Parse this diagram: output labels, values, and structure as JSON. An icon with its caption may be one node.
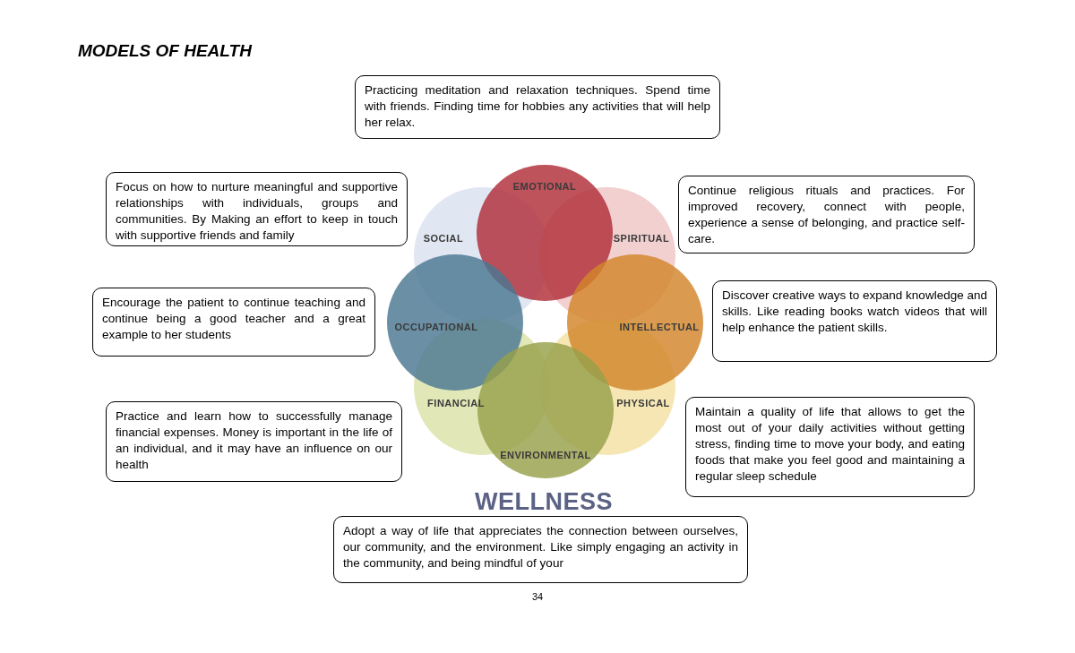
{
  "diagram": {
    "title": "MODELS OF HEALTH",
    "nodes": [
      {
        "text": [
          "Practicing meditation and relaxation techniques. Spend time with friends. Finding time for hobbies any activities that will help her relax."
        ]
      },
      {
        "text": [
          "Focus on how to nurture meaningful and supportive relationships with individuals, groups and communities. By Making an effort to keep in touch with supportive friends and family"
        ]
      },
      {
        "text": [
          "Continue religious rituals and practices. For improved recovery, connect with people, experience a sense of belonging, and practice self-care."
        ]
      },
      {
        "text": [
          "Encourage the patient to continue teaching and continue being a good teacher and a great example to her students"
        ]
      },
      {
        "text": [
          "Discover creative ways to expand knowledge and skills. Like reading books watch videos that will help enhance the patient skills."
        ]
      },
      {
        "text": [
          "Practice and learn how to successfully manage financial expenses. Money is important in the life of an individual, and it may have an influence on our health"
        ]
      },
      {
        "text": [
          "Maintain a quality of life that allows to get the most out of your daily activities without getting stress, finding time to move your body, and eating foods that make you feel good and maintaining a regular sleep schedule"
        ]
      },
      {
        "text": [
          "Adopt a way of life that appreciates the connection between ourselves, our community, and the environment. Like simply engaging an activity in the community, and being mindful of your"
        ]
      },
      {
        "text": [
          "SOCIAL"
        ]
      },
      {
        "text": [
          "SPIRITUAL"
        ]
      },
      {
        "text": [
          "PHYSICAL"
        ]
      },
      {
        "text": [
          "FINANCIAL"
        ]
      },
      {
        "text": [
          "EMOTIONAL"
        ]
      },
      {
        "text": [
          "INTELLECTUAL"
        ]
      },
      {
        "text": [
          "OCCUPATIONAL"
        ]
      },
      {
        "text": [
          "ENVIRONMENTAL"
        ]
      }
    ],
    "edges": [],
    "labels": [
      "WELLNESS",
      "34"
    ]
  }
}
